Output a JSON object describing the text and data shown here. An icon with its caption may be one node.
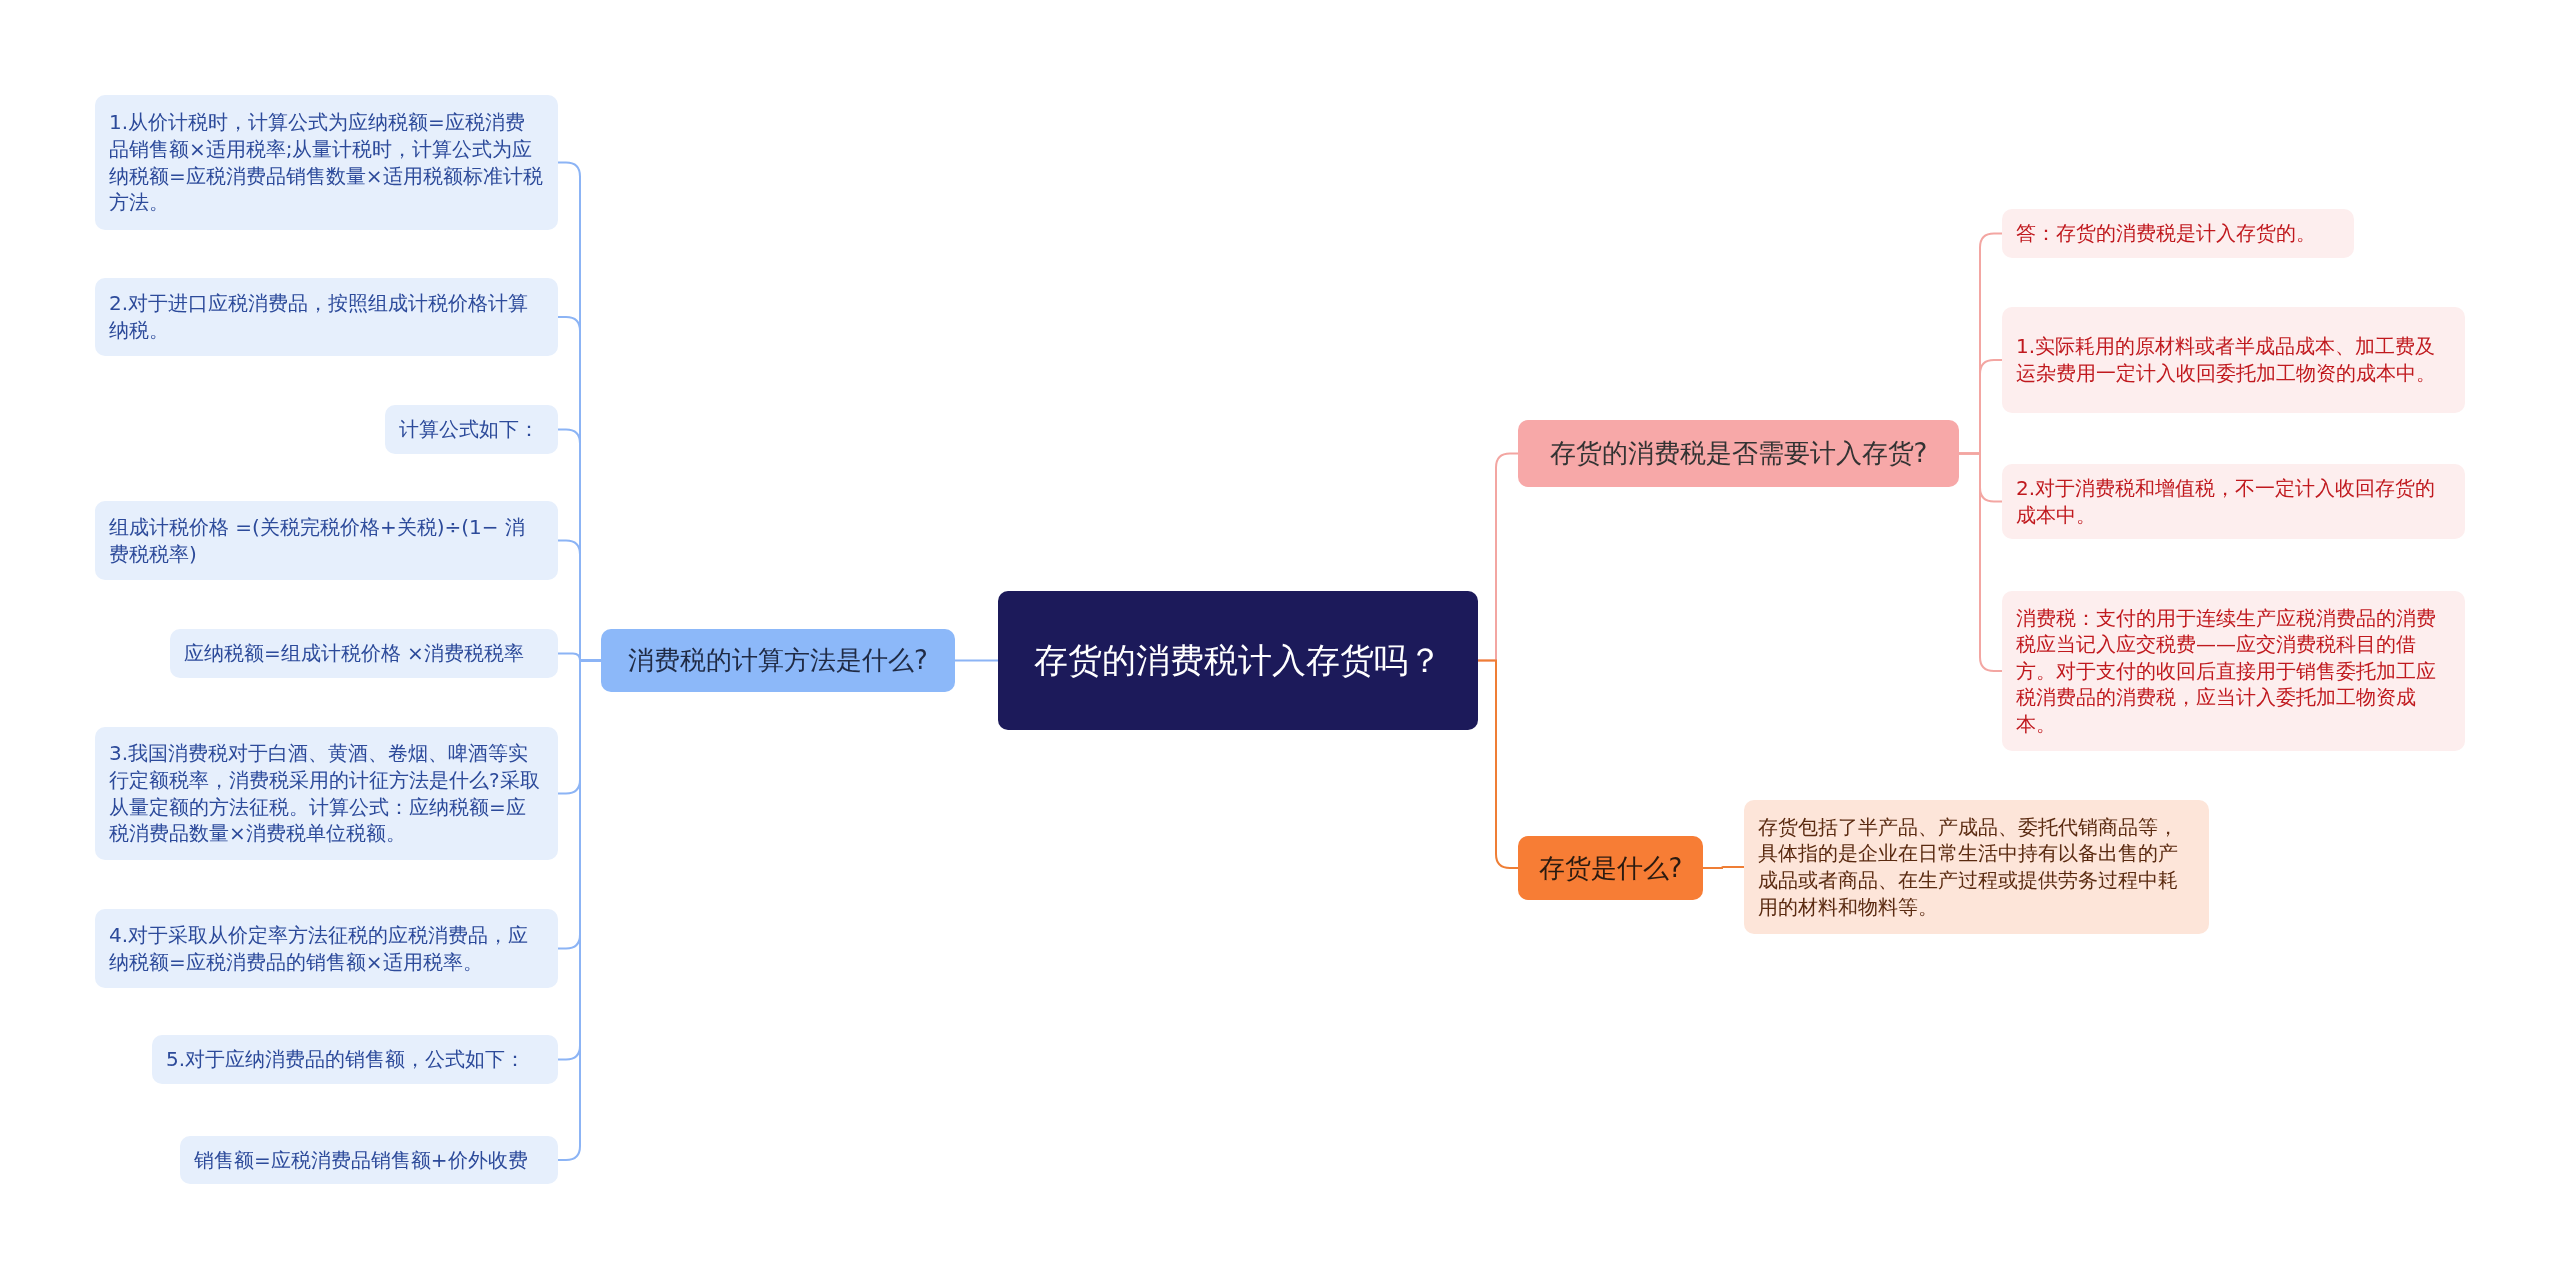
{
  "diagram": {
    "nodes": [
      {
        "text": [
          "存货的消费税计入存货吗？"
        ]
      },
      {
        "text": [
          "消费税的计算方法是什么?"
        ]
      },
      {
        "text": [
          "1.从价计税时，计算公式为应纳税额=应税消费品销售额×适用税率;从量计税时，计算公式为应纳税额=应税消费品销售数量×适用税额标准计税方法。"
        ]
      },
      {
        "text": [
          "2.对于进口应税消费品，按照组成计税价格计算纳税。"
        ]
      },
      {
        "text": [
          "计算公式如下："
        ]
      },
      {
        "text": [
          "组成计税价格 =(关税完税价格+关税)÷(1− 消费税税率)"
        ]
      },
      {
        "text": [
          "应纳税额=组成计税价格 ×消费税税率"
        ]
      },
      {
        "text": [
          "3.我国消费税对于白酒、黄酒、卷烟、啤酒等实行定额税率，消费税采用的计征方法是什么?采取从量定额的方法征税。计算公式：应纳税额=应税消费品数量×消费税单位税额。"
        ]
      },
      {
        "text": [
          "4.对于采取从价定率方法征税的应税消费品，应纳税额=应税消费品的销售额×适用税率。"
        ]
      },
      {
        "text": [
          "5.对于应纳消费品的销售额，公式如下："
        ]
      },
      {
        "text": [
          "销售额=应税消费品销售额+价外收费"
        ]
      },
      {
        "text": [
          "存货的消费税是否需要计入存货?"
        ]
      },
      {
        "text": [
          "答：存货的消费税是计入存货的。"
        ]
      },
      {
        "text": [
          "1.实际耗用的原材料或者半成品成本、加工费及运杂费用一定计入收回委托加工物资的成本中。"
        ]
      },
      {
        "text": [
          "2.对于消费税和增值税，不一定计入收回存货的成本中。"
        ]
      },
      {
        "text": [
          "消费税：支付的用于连续生产应税消费品的消费税应当记入应交税费——应交消费税科目的借方。对于支付的收回后直接用于销售委托加工应税消费品的消费税，应当计入委托加工物资成本。"
        ]
      },
      {
        "text": [
          "存货是什么?"
        ]
      },
      {
        "text": [
          "存货包括了半产品、产成品、委托代销商品等，具体指的是企业在日常生活中持有以备出售的产成品或者商品、在生产过程或提供劳务过程中耗用的材料和物料等。"
        ]
      }
    ],
    "edges": [
      {
        "from": 0,
        "to": 1,
        "arrow": "none",
        "color": "#8cb4f5"
      },
      {
        "from": 1,
        "to": 2,
        "arrow": "none",
        "color": "#8cb4f5"
      },
      {
        "from": 1,
        "to": 3,
        "arrow": "none",
        "color": "#8cb4f5"
      },
      {
        "from": 1,
        "to": 4,
        "arrow": "none",
        "color": "#8cb4f5"
      },
      {
        "from": 1,
        "to": 5,
        "arrow": "none",
        "color": "#8cb4f5"
      },
      {
        "from": 1,
        "to": 6,
        "arrow": "none",
        "color": "#8cb4f5"
      },
      {
        "from": 1,
        "to": 7,
        "arrow": "none",
        "color": "#8cb4f5"
      },
      {
        "from": 1,
        "to": 8,
        "arrow": "none",
        "color": "#8cb4f5"
      },
      {
        "from": 1,
        "to": 9,
        "arrow": "none",
        "color": "#8cb4f5"
      },
      {
        "from": 1,
        "to": 10,
        "arrow": "none",
        "color": "#8cb4f5"
      },
      {
        "from": 0,
        "to": 11,
        "arrow": "none",
        "color": "#f3a6a2"
      },
      {
        "from": 11,
        "to": 12,
        "arrow": "none",
        "color": "#f3a6a2"
      },
      {
        "from": 11,
        "to": 13,
        "arrow": "none",
        "color": "#f3a6a2"
      },
      {
        "from": 11,
        "to": 14,
        "arrow": "none",
        "color": "#f3a6a2"
      },
      {
        "from": 11,
        "to": 15,
        "arrow": "none",
        "color": "#f3a6a2"
      },
      {
        "from": 0,
        "to": 16,
        "arrow": "none",
        "color": "#ef7e35"
      },
      {
        "from": 16,
        "to": 17,
        "arrow": "none",
        "color": "#ef7e35"
      }
    ]
  }
}
